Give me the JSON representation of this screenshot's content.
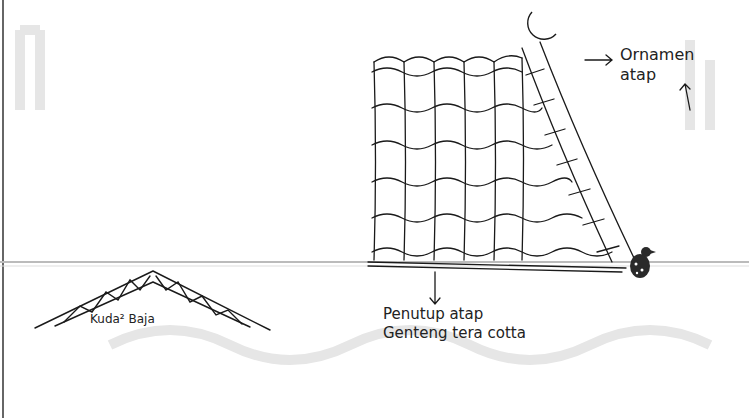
{
  "diagram": {
    "labels": [
      "Ornamen atap",
      "Penutup atap Genteng tera cotta",
      "Kuda² Baja"
    ]
  }
}
